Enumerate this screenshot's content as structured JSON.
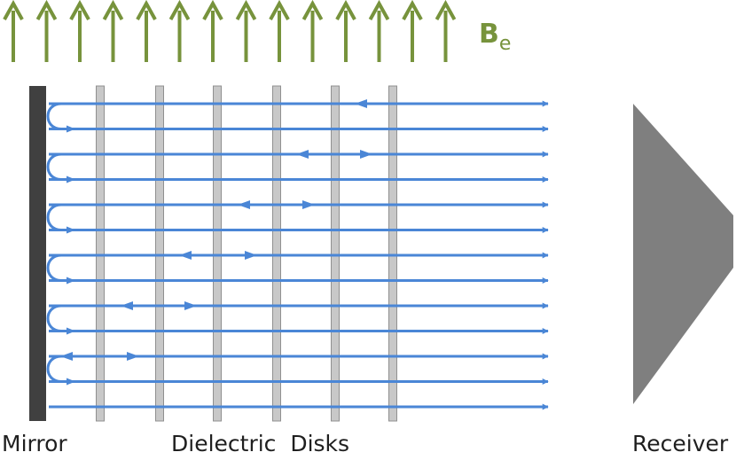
{
  "field": {
    "symbol": "B",
    "subscript": "e",
    "arrow_count": 14,
    "color": "#77933C"
  },
  "labels": {
    "mirror": "Mirror",
    "disks": "Dielectric  Disks",
    "receiver": "Receiver"
  },
  "colors": {
    "beam": "#4A86D6",
    "mirror": "#404040",
    "disk_fill": "#C8C8C8",
    "disk_stroke": "#909090",
    "receiver": "#7F7F7F"
  },
  "disks": {
    "count": 6
  },
  "beams": {
    "count": 13
  }
}
